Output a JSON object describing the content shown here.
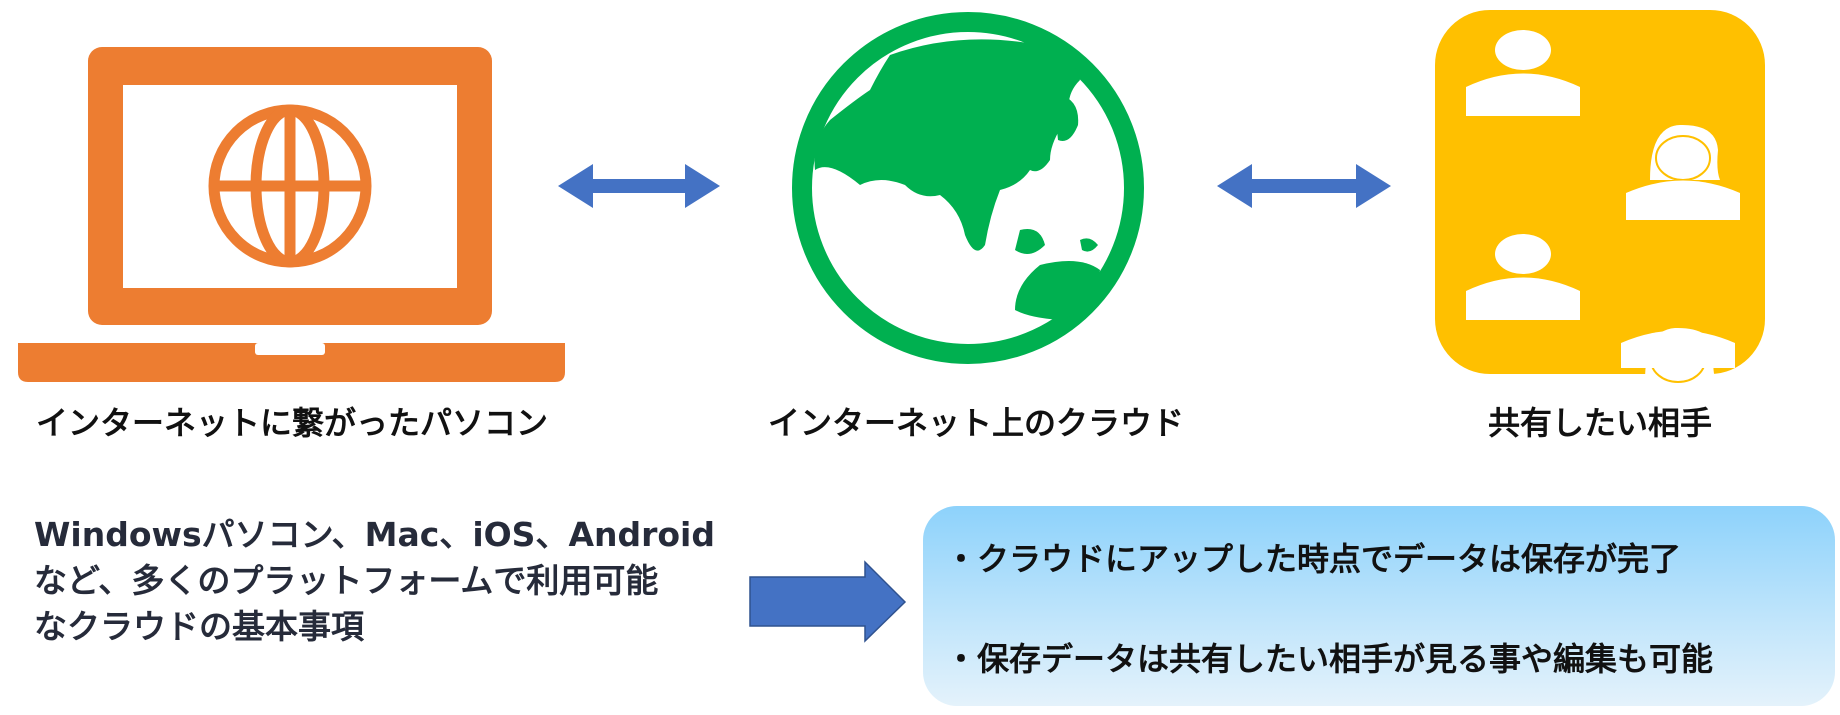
{
  "nodes": [
    {
      "label": "インターネットに繋がったパソコン",
      "icon": "laptop-globe-icon",
      "color": "#ed7d31"
    },
    {
      "label": "インターネット上のクラウド",
      "icon": "globe-icon",
      "color": "#00b050"
    },
    {
      "label": "共有したい相手",
      "icon": "people-icon",
      "color": "#ffc000"
    }
  ],
  "arrow_color": "#4472c4",
  "description": {
    "lines": [
      "Windowsパソコン、Mac、iOS、Android",
      "など、多くのプラットフォームで利用可能",
      "なクラウドの基本事項"
    ]
  },
  "info_box": {
    "bullets": [
      "・クラウドにアップした時点でデータは保存が完了",
      "・保存データは共有したい相手が見る事や編集も可能"
    ]
  }
}
